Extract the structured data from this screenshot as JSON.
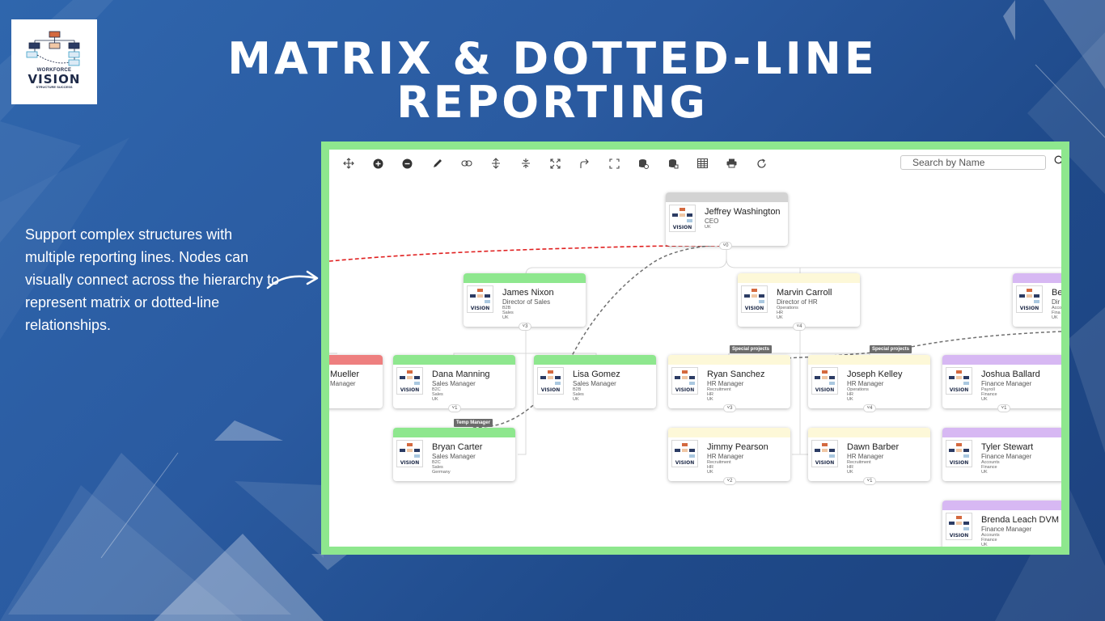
{
  "slide": {
    "title_line1": "MATRIX & DOTTED-LINE",
    "title_line2": "REPORTING",
    "description": "Support complex structures with multiple reporting lines. Nodes can visually connect across the hierarchy to represent matrix or dotted-line relationships."
  },
  "logo": {
    "small": "WORKFORCE",
    "big": "VISION",
    "tagline": "STRUCTURE SUCCESS"
  },
  "colors": {
    "frame": "#8ee78e",
    "sales": "#8ee78e",
    "hr": "#fdf8d8",
    "finance": "#d7b8f3",
    "ceo": "#d3d3d3",
    "red": "#ee7f7f",
    "dotted_red": "#e02020"
  },
  "toolbar": {
    "icons": [
      "move-icon",
      "zoom-in-icon",
      "zoom-out-icon",
      "pen-icon",
      "link-icon",
      "expand-vertical-icon",
      "collapse-vertical-icon",
      "fit-screen-icon",
      "redo-icon",
      "fullscreen-icon",
      "database-import-icon",
      "database-export-icon",
      "table-icon",
      "print-icon",
      "refresh-icon"
    ],
    "search_placeholder": "Search by Name"
  },
  "nodes": {
    "ceo": {
      "name": "Jeffrey Washington",
      "role": "CEO",
      "details": "UK",
      "expand": "0"
    },
    "nixon": {
      "name": "James Nixon",
      "role": "Director of Sales",
      "details": "B2B\nSales\nUK",
      "expand": "3"
    },
    "carroll": {
      "name": "Marvin Carroll",
      "role": "Director of HR",
      "details": "Operations\nHR\nUK",
      "expand": "4"
    },
    "be": {
      "name": "Be",
      "role": "Dir",
      "details": "Acco\nFina\nUK"
    },
    "mueller": {
      "name": "Mueller",
      "role": "Manager"
    },
    "manning": {
      "name": "Dana Manning",
      "role": "Sales Manager",
      "details": "B2C\nSales\nUK",
      "expand": "1"
    },
    "gomez": {
      "name": "Lisa Gomez",
      "role": "Sales Manager",
      "details": "B2B\nSales\nUK"
    },
    "sanchez": {
      "name": "Ryan Sanchez",
      "role": "HR Manager",
      "details": "Recruitment\nHR\nUK",
      "expand": "3"
    },
    "kelley": {
      "name": "Joseph Kelley",
      "role": "HR Manager",
      "details": "Operations\nHR\nUK",
      "expand": "4"
    },
    "ballard": {
      "name": "Joshua Ballard",
      "role": "Finance Manager",
      "details": "Payroll\nFinance\nUK",
      "expand": "1"
    },
    "carter": {
      "name": "Bryan Carter",
      "role": "Sales Manager",
      "details": "B2C\nSales\nGermany"
    },
    "pearson": {
      "name": "Jimmy Pearson",
      "role": "HR Manager",
      "details": "Recruitment\nHR\nUK",
      "expand": "2"
    },
    "barber": {
      "name": "Dawn Barber",
      "role": "HR Manager",
      "details": "Recruitment\nHR\nUK",
      "expand": "1"
    },
    "stewart": {
      "name": "Tyler Stewart",
      "role": "Finance Manager",
      "details": "Accounts\nFinance\nUK"
    },
    "leach": {
      "name": "Brenda Leach DVM",
      "role": "Finance Manager",
      "details": "Accounts\nFinance\nUK"
    }
  },
  "tags": {
    "special1": "Special projects",
    "special2": "Special projects",
    "temp": "Temp Manager"
  }
}
